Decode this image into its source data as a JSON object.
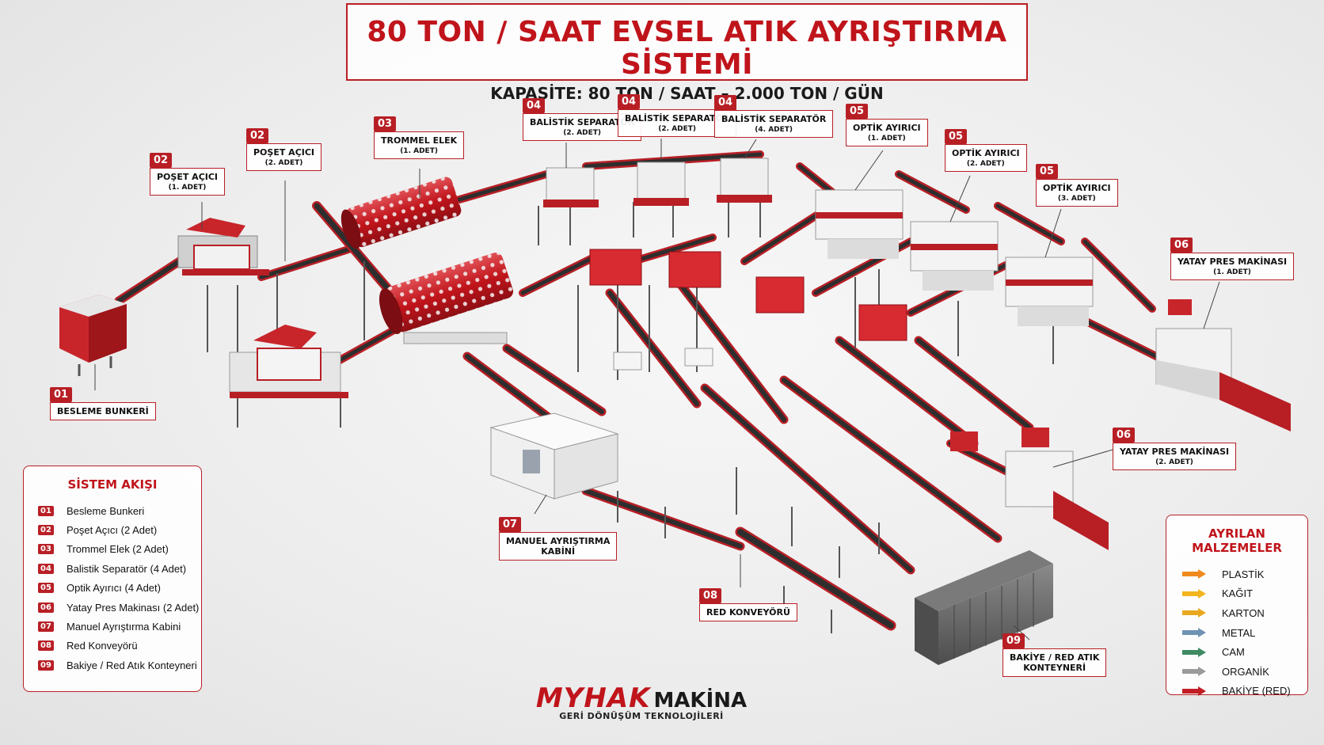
{
  "title": "80 TON / SAAT EVSEL ATIK AYRIŞTIRMA SİSTEMİ",
  "subtitle": "KAPASİTE: 80 TON / SAAT – 2.000 TON / GÜN",
  "callouts": [
    {
      "num": "01",
      "name": "BESLEME BUNKERİ",
      "count": ""
    },
    {
      "num": "02",
      "name": "POŞET AÇICI",
      "count": "(1. ADET)"
    },
    {
      "num": "02",
      "name": "POŞET AÇICI",
      "count": "(2. ADET)"
    },
    {
      "num": "03",
      "name": "TROMMEL ELEK",
      "count": "(1. ADET)"
    },
    {
      "num": "04",
      "name": "BALİSTİK SEPARATÖR",
      "count": "(2. ADET)"
    },
    {
      "num": "04",
      "name": "BALİSTİK SEPARATÖR",
      "count": "(2. ADET)"
    },
    {
      "num": "04",
      "name": "BALİSTİK SEPARATÖR",
      "count": "(4. ADET)"
    },
    {
      "num": "05",
      "name": "OPTİK AYIRICI",
      "count": "(1. ADET)"
    },
    {
      "num": "05",
      "name": "OPTİK AYIRICI",
      "count": "(2. ADET)"
    },
    {
      "num": "05",
      "name": "OPTİK AYIRICI",
      "count": "(3. ADET)"
    },
    {
      "num": "06",
      "name": "YATAY PRES MAKİNASI",
      "count": "(1. ADET)"
    },
    {
      "num": "06",
      "name": "YATAY PRES MAKİNASI",
      "count": "(2. ADET)"
    },
    {
      "num": "07",
      "name": "MANUEL AYRIŞTIRMA",
      "count": "KABİNİ"
    },
    {
      "num": "08",
      "name": "RED KONVEYÖRÜ",
      "count": ""
    },
    {
      "num": "09",
      "name": "BAKİYE / RED ATIK",
      "count": "KONTEYNERİ"
    }
  ],
  "system_flow": {
    "title": "SİSTEM AKIŞI",
    "items": [
      {
        "num": "01",
        "label": "Besleme Bunkeri"
      },
      {
        "num": "02",
        "label": "Poşet Açıcı (2 Adet)"
      },
      {
        "num": "03",
        "label": "Trommel Elek (2 Adet)"
      },
      {
        "num": "04",
        "label": "Balistik Separatör (4 Adet)"
      },
      {
        "num": "05",
        "label": "Optik Ayırıcı (4 Adet)"
      },
      {
        "num": "06",
        "label": "Yatay Pres Makinası (2 Adet)"
      },
      {
        "num": "07",
        "label": "Manuel Ayrıştırma Kabini"
      },
      {
        "num": "08",
        "label": "Red Konveyörü"
      },
      {
        "num": "09",
        "label": "Bakiye / Red Atık Konteyneri"
      }
    ]
  },
  "materials": {
    "title": "AYRILAN MALZEMELER",
    "items": [
      {
        "label": "PLASTİK",
        "color": "#f08a1c"
      },
      {
        "label": "KAĞIT",
        "color": "#f2b51e"
      },
      {
        "label": "KARTON",
        "color": "#e9a820"
      },
      {
        "label": "METAL",
        "color": "#6f93b3"
      },
      {
        "label": "CAM",
        "color": "#3f8a63"
      },
      {
        "label": "ORGANİK",
        "color": "#9a9a9a"
      },
      {
        "label": "BAKİYE (RED)",
        "color": "#c21d24"
      }
    ]
  },
  "logo": {
    "name": "MYHAK",
    "suffix": "MAKİNA",
    "tagline": "GERİ DÖNÜŞÜM TEKNOLOJİLERİ"
  },
  "colors": {
    "accent": "#b81f25",
    "machine_body": "#f2f2f2",
    "belt": "#2e2e2e",
    "container": "#6b6b6b"
  }
}
